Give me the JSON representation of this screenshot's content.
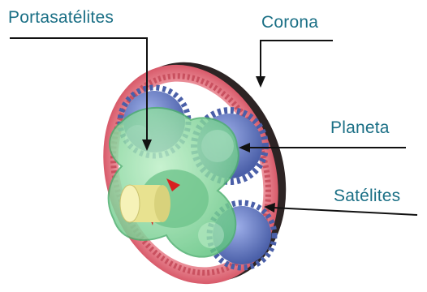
{
  "labels": {
    "carrier": "Portasatélites",
    "ring": "Corona",
    "sun": "Planeta",
    "planets": "Satélites"
  },
  "colors": {
    "label_text": "#1a6f85",
    "leader_line": "#111111",
    "ring_gear": "#e87a86",
    "ring_dark": "#3a2a2a",
    "planet_gears": "#6b80c8",
    "carrier": "#7ed89a",
    "shaft": "#f2eea0"
  }
}
